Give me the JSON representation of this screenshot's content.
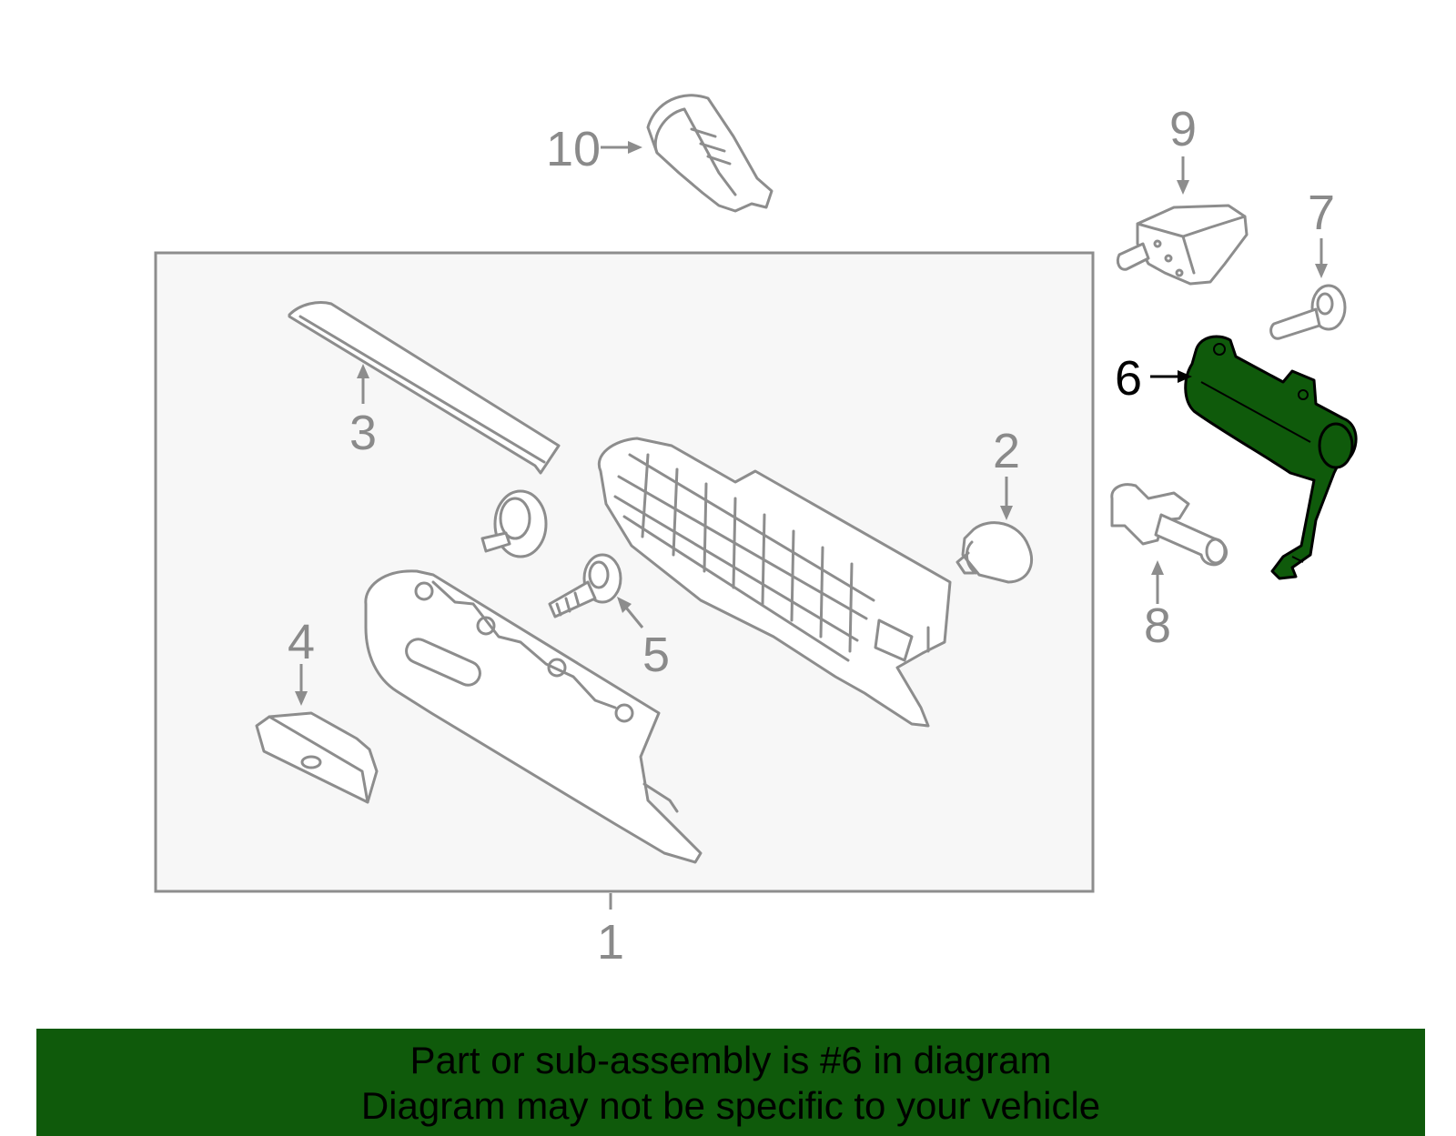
{
  "diagram": {
    "callouts": {
      "c1": "1",
      "c2": "2",
      "c3": "3",
      "c4": "4",
      "c5": "5",
      "c6": "6",
      "c7": "7",
      "c8": "8",
      "c9": "9",
      "c10": "10"
    },
    "highlighted_part": "6",
    "colors": {
      "highlight": "#0f5a0b",
      "outline": "#8d8d8d",
      "assembly_box_fill": "#f7f7f7",
      "banner": "#0f5a0b"
    }
  },
  "banner": {
    "line1": "Part or sub-assembly is #6 in diagram",
    "line2": "Diagram may not be specific to your vehicle"
  }
}
